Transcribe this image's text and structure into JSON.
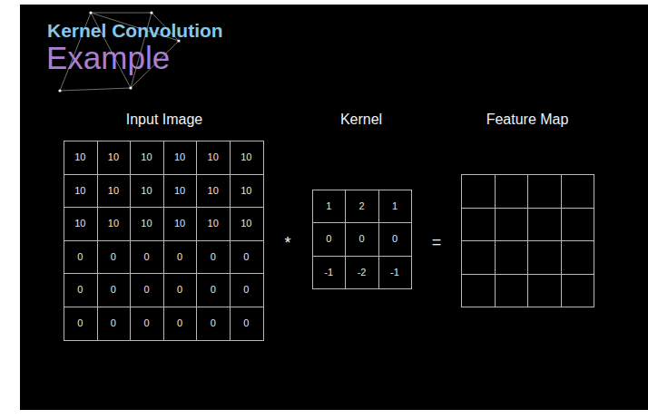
{
  "diagram": {
    "title": "Kernel Convolution",
    "labels": [
      "Example",
      "Input Image",
      "Kernel",
      "Feature Map",
      "10",
      "10",
      "10",
      "10",
      "10",
      "10",
      "10",
      "10",
      "10",
      "10",
      "10",
      "10",
      "10",
      "10",
      "10",
      "10",
      "10",
      "10",
      "0",
      "0",
      "0",
      "0",
      "0",
      "0",
      "0",
      "0",
      "0",
      "0",
      "0",
      "0",
      "0",
      "0",
      "0",
      "0",
      "0",
      "0",
      "*",
      "1",
      "2",
      "1",
      "0",
      "0",
      "0",
      "-1",
      "-2",
      "-1",
      "="
    ]
  }
}
